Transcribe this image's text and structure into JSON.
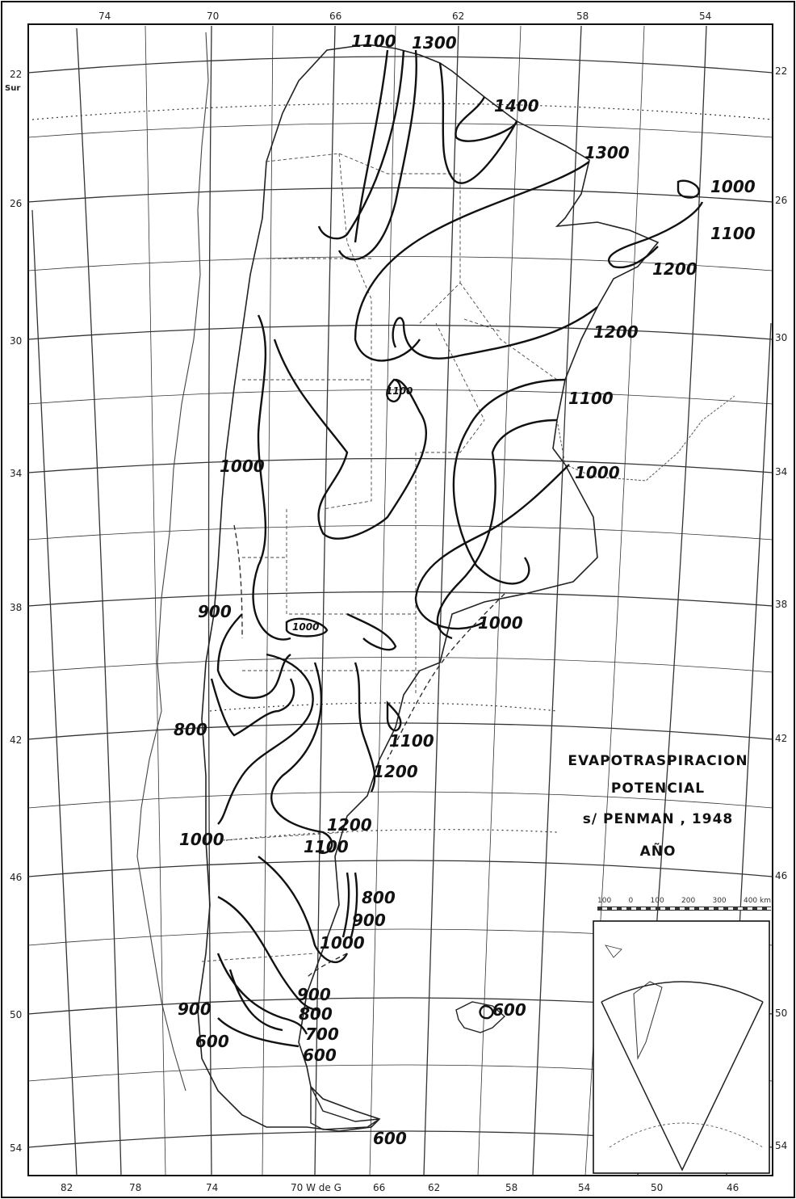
{
  "title": {
    "line1": "EVAPOTRASPIRACION",
    "line2": "POTENCIAL",
    "line3": "s/ PENMAN , 1948",
    "line4": "AÑO"
  },
  "scale": {
    "labels": [
      "100",
      "0",
      "100",
      "200",
      "300",
      "400 km"
    ]
  },
  "axes": {
    "top_longitudes": [
      "74",
      "70",
      "66",
      "62",
      "58",
      "54"
    ],
    "bottom_longitudes": [
      "82",
      "78",
      "74",
      "70 W de G",
      "66",
      "62",
      "58",
      "54",
      "50",
      "46"
    ],
    "left_latitudes": [
      "22",
      "26",
      "30",
      "34",
      "38",
      "42",
      "46",
      "50",
      "54"
    ],
    "right_latitudes": [
      "22",
      "26",
      "30",
      "34",
      "38",
      "42",
      "46",
      "50",
      "54"
    ],
    "south_label": "Sur"
  },
  "isolines": [
    {
      "label": "1100"
    },
    {
      "label": "1300"
    },
    {
      "label": "1400"
    },
    {
      "label": "1300"
    },
    {
      "label": "1000"
    },
    {
      "label": "1100"
    },
    {
      "label": "1200"
    },
    {
      "label": "1200"
    },
    {
      "label": "1100"
    },
    {
      "label": "1100"
    },
    {
      "label": "1000"
    },
    {
      "label": "1000"
    },
    {
      "label": "900"
    },
    {
      "label": "1000"
    },
    {
      "label": "1000"
    },
    {
      "label": "800"
    },
    {
      "label": "1100"
    },
    {
      "label": "1200"
    },
    {
      "label": "1200"
    },
    {
      "label": "1100"
    },
    {
      "label": "1000"
    },
    {
      "label": "800"
    },
    {
      "label": "900"
    },
    {
      "label": "1000"
    },
    {
      "label": "900"
    },
    {
      "label": "800"
    },
    {
      "label": "700"
    },
    {
      "label": "600"
    },
    {
      "label": "900"
    },
    {
      "label": "600"
    },
    {
      "label": "600"
    },
    {
      "label": "600"
    }
  ]
}
